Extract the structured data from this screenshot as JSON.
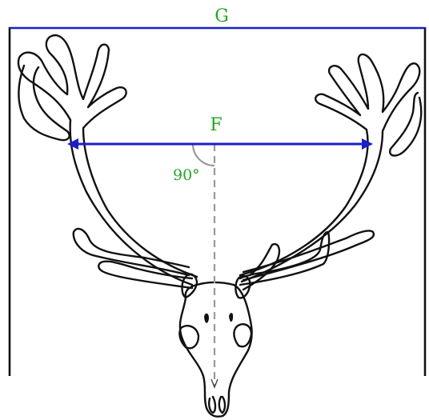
{
  "labels": {
    "g": "G",
    "f": "F",
    "angle": "90°"
  },
  "colors": {
    "measure_line": "#1a1fc9",
    "label_text": "#22a722",
    "outline": "#111111",
    "center_line": "#9a9a9a"
  },
  "figure": "red-deer-skull-with-antlers"
}
